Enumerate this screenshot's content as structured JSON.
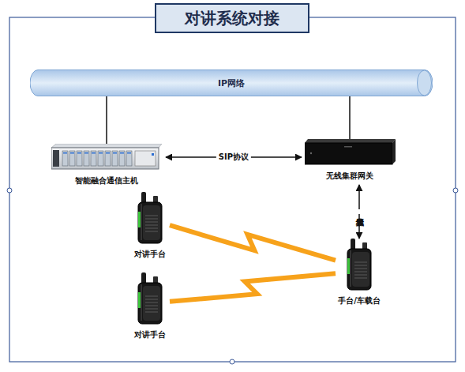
{
  "diagram": {
    "title": "对讲系统对接",
    "nodes": [
      {
        "text": [
          "IP网络"
        ]
      },
      {
        "text": [
          "智能融合通信主机"
        ]
      },
      {
        "text": [
          "无线集群网关"
        ]
      },
      {
        "text": [
          "对讲手台"
        ]
      },
      {
        "text": [
          "手台/车载台"
        ]
      },
      {
        "text": [
          "对讲手台"
        ]
      }
    ],
    "edges": [
      {
        "from": 0,
        "to": 1,
        "arrow": "none"
      },
      {
        "from": 0,
        "to": 2,
        "arrow": "none"
      },
      {
        "from": 1,
        "to": 2,
        "label": "SIP协议",
        "arrow": "both"
      },
      {
        "from": 2,
        "to": 4,
        "label": "音频线",
        "arrow": "both"
      },
      {
        "from": 3,
        "to": 4,
        "arrow": "none"
      },
      {
        "from": 5,
        "to": 4,
        "arrow": "none"
      }
    ]
  }
}
